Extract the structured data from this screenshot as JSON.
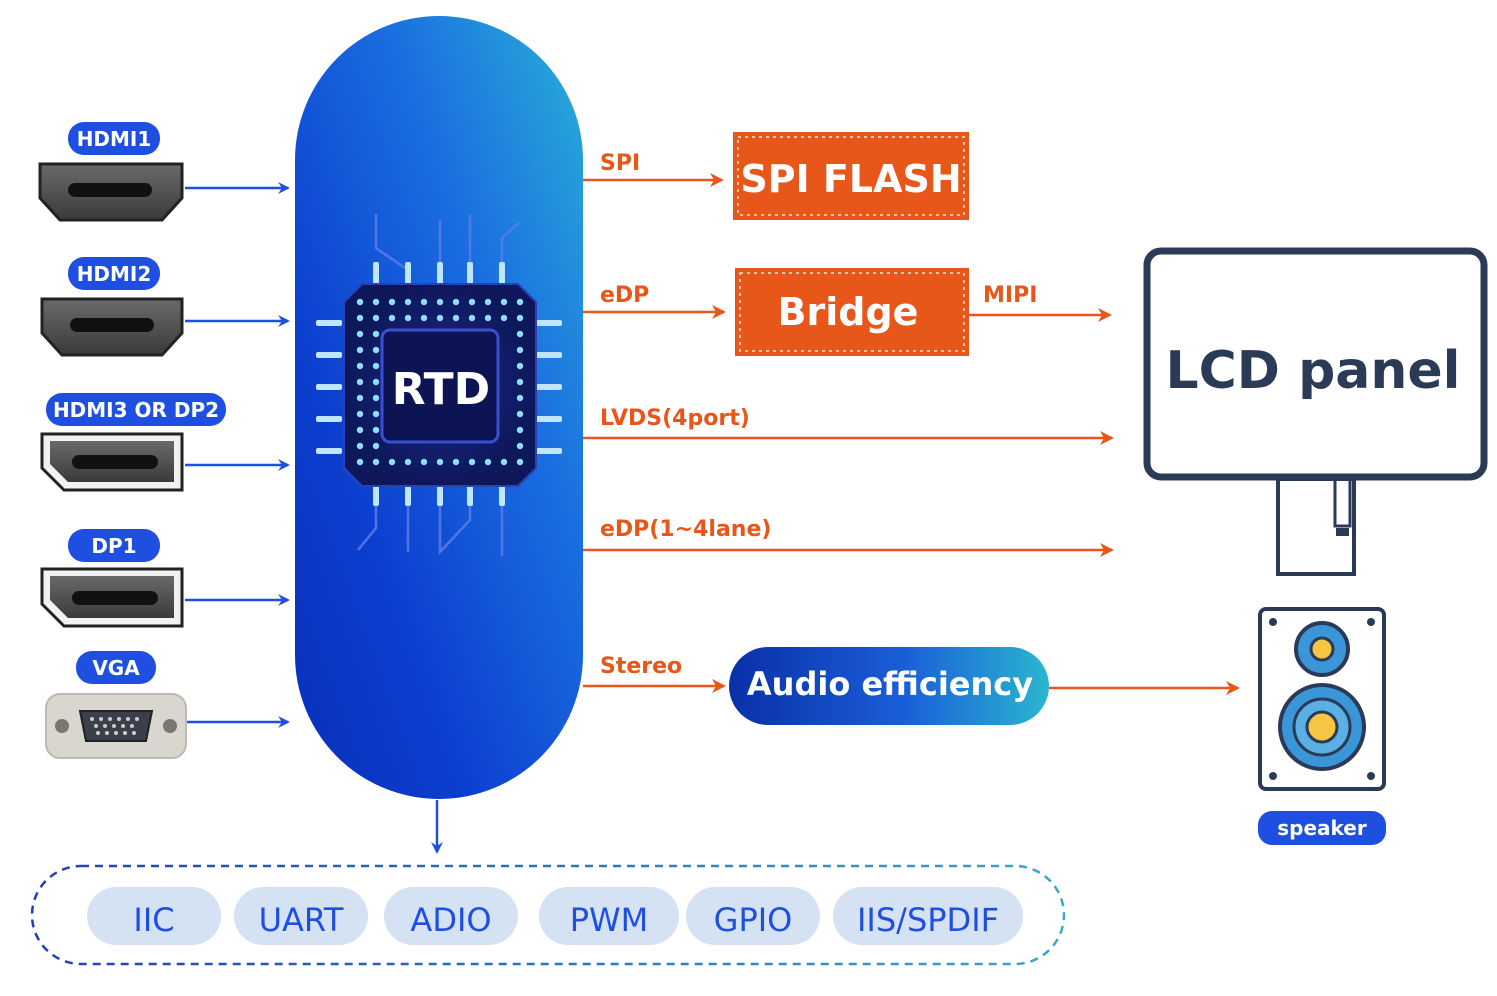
{
  "inputs": {
    "hdmi1": "HDMI1",
    "hdmi2": "HDMI2",
    "hdmi3_dp2": "HDMI3 OR DP2",
    "dp1": "DP1",
    "vga": "VGA"
  },
  "chip": {
    "label": "RTD"
  },
  "signals": {
    "spi": "SPI",
    "edp": "eDP",
    "mipi": "MIPI",
    "lvds": "LVDS(4port)",
    "edp_lane": "eDP(1~4lane)",
    "stereo": "Stereo"
  },
  "blocks": {
    "spi_flash": "SPI FLASH",
    "bridge": "Bridge",
    "audio": "Audio efficiency",
    "lcd": "LCD panel",
    "speaker": "speaker"
  },
  "peripherals": [
    "IIC",
    "UART",
    "ADIO",
    "PWM",
    "GPIO",
    "IIS/SPDIF"
  ],
  "colors": {
    "blue": "#1f4fe0",
    "orange": "#e8571a",
    "navy": "#2b3a57",
    "pill_light": "#d5e2f3",
    "pill_text": "#1f4fe0"
  }
}
